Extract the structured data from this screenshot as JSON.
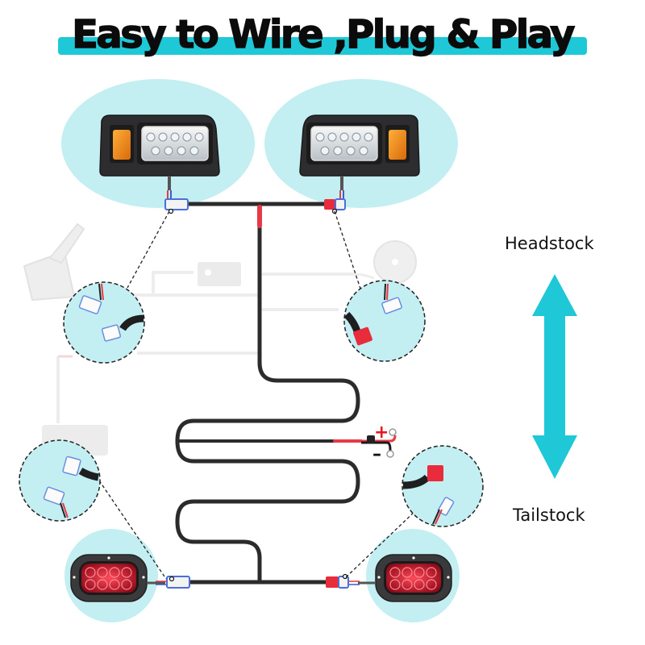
{
  "title": "Easy to Wire ,Plug & Play",
  "labels": {
    "headstock": "Headstock",
    "tailstock": "Tailstock"
  },
  "battery": {
    "positive_symbol": "+",
    "negative_symbol": "–"
  },
  "colors": {
    "accent_cyan": "#1ec8d6",
    "halo_cyan": "#c3eef2",
    "wire_black": "#2b2b2b",
    "wire_red": "#e63a46",
    "amber_lens": "#f08a1c",
    "tail_red": "#c8102e",
    "faded_part": "#ececec"
  },
  "components": {
    "headlights": [
      "left-headlight",
      "right-headlight"
    ],
    "taillights": [
      "left-taillight",
      "right-taillight"
    ],
    "detail_callouts": [
      "connector-detail-top-left",
      "connector-detail-top-right",
      "connector-detail-bottom-left",
      "connector-detail-bottom-right"
    ]
  }
}
